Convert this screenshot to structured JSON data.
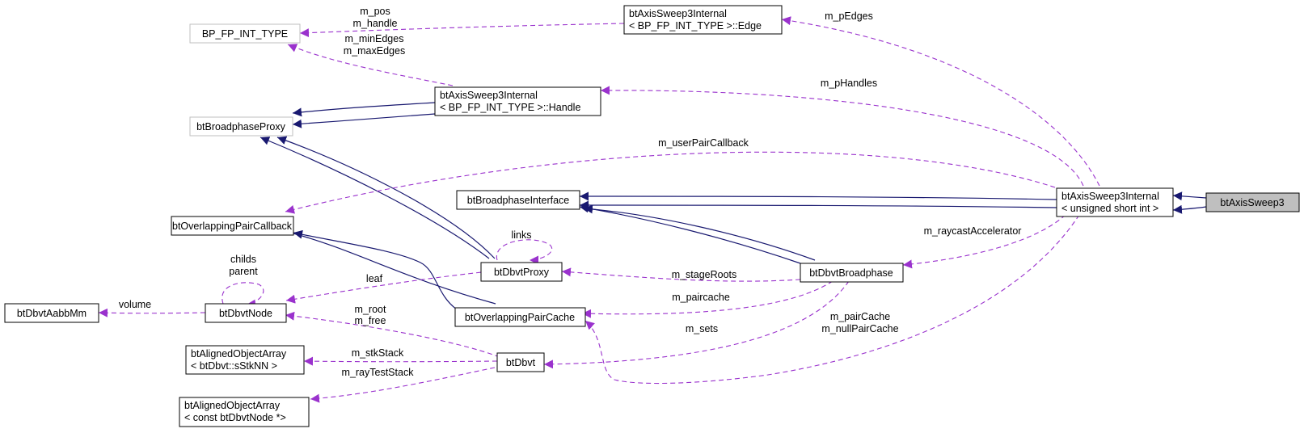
{
  "colors": {
    "inheritance": "#191970",
    "usage": "#9a32cd",
    "node_border": "#000000",
    "ghost_border": "#bfbfbf",
    "focus_fill": "#bfbfbf"
  },
  "nodes": {
    "bp_fp_int_type": [
      "BP_FP_INT_TYPE"
    ],
    "edge": [
      "btAxisSweep3Internal",
      "< BP_FP_INT_TYPE >::Edge"
    ],
    "handle": [
      "btAxisSweep3Internal",
      "< BP_FP_INT_TYPE >::Handle"
    ],
    "broadphase_proxy": [
      "btBroadphaseProxy"
    ],
    "broadphase_interface": [
      "btBroadphaseInterface"
    ],
    "axis_sweep_internal": [
      "btAxisSweep3Internal",
      "< unsigned short int >"
    ],
    "axis_sweep3": [
      "btAxisSweep3"
    ],
    "overlapping_pair_callback": [
      "btOverlappingPairCallback"
    ],
    "dbvt_proxy": [
      "btDbvtProxy"
    ],
    "dbvt_broadphase": [
      "btDbvtBroadphase"
    ],
    "dbvt_aabb_mm": [
      "btDbvtAabbMm"
    ],
    "dbvt_node": [
      "btDbvtNode"
    ],
    "overlapping_pair_cache": [
      "btOverlappingPairCache"
    ],
    "aligned_array_stk": [
      "btAlignedObjectArray",
      "< btDbvt::sStkNN >"
    ],
    "dbvt": [
      "btDbvt"
    ],
    "aligned_array_node": [
      "btAlignedObjectArray",
      "< const btDbvtNode *>"
    ]
  },
  "edge_labels": {
    "pos_handle": [
      "m_pos",
      "m_handle"
    ],
    "min_max_edges": [
      "m_minEdges",
      "m_maxEdges"
    ],
    "p_edges": [
      "m_pEdges"
    ],
    "p_handles": [
      "m_pHandles"
    ],
    "user_pair_callback": [
      "m_userPairCallback"
    ],
    "raycast_accelerator": [
      "m_raycastAccelerator"
    ],
    "links": [
      "links"
    ],
    "childs_parent": [
      "childs",
      "parent"
    ],
    "leaf": [
      "leaf"
    ],
    "stage_roots": [
      "m_stageRoots"
    ],
    "paircache": [
      "m_paircache"
    ],
    "pair_cache": [
      "m_pairCache",
      "m_nullPairCache"
    ],
    "volume": [
      "volume"
    ],
    "root_free": [
      "m_root",
      "m_free"
    ],
    "sets": [
      "m_sets"
    ],
    "stk_stack": [
      "m_stkStack"
    ],
    "ray_test_stack": [
      "m_rayTestStack"
    ]
  }
}
